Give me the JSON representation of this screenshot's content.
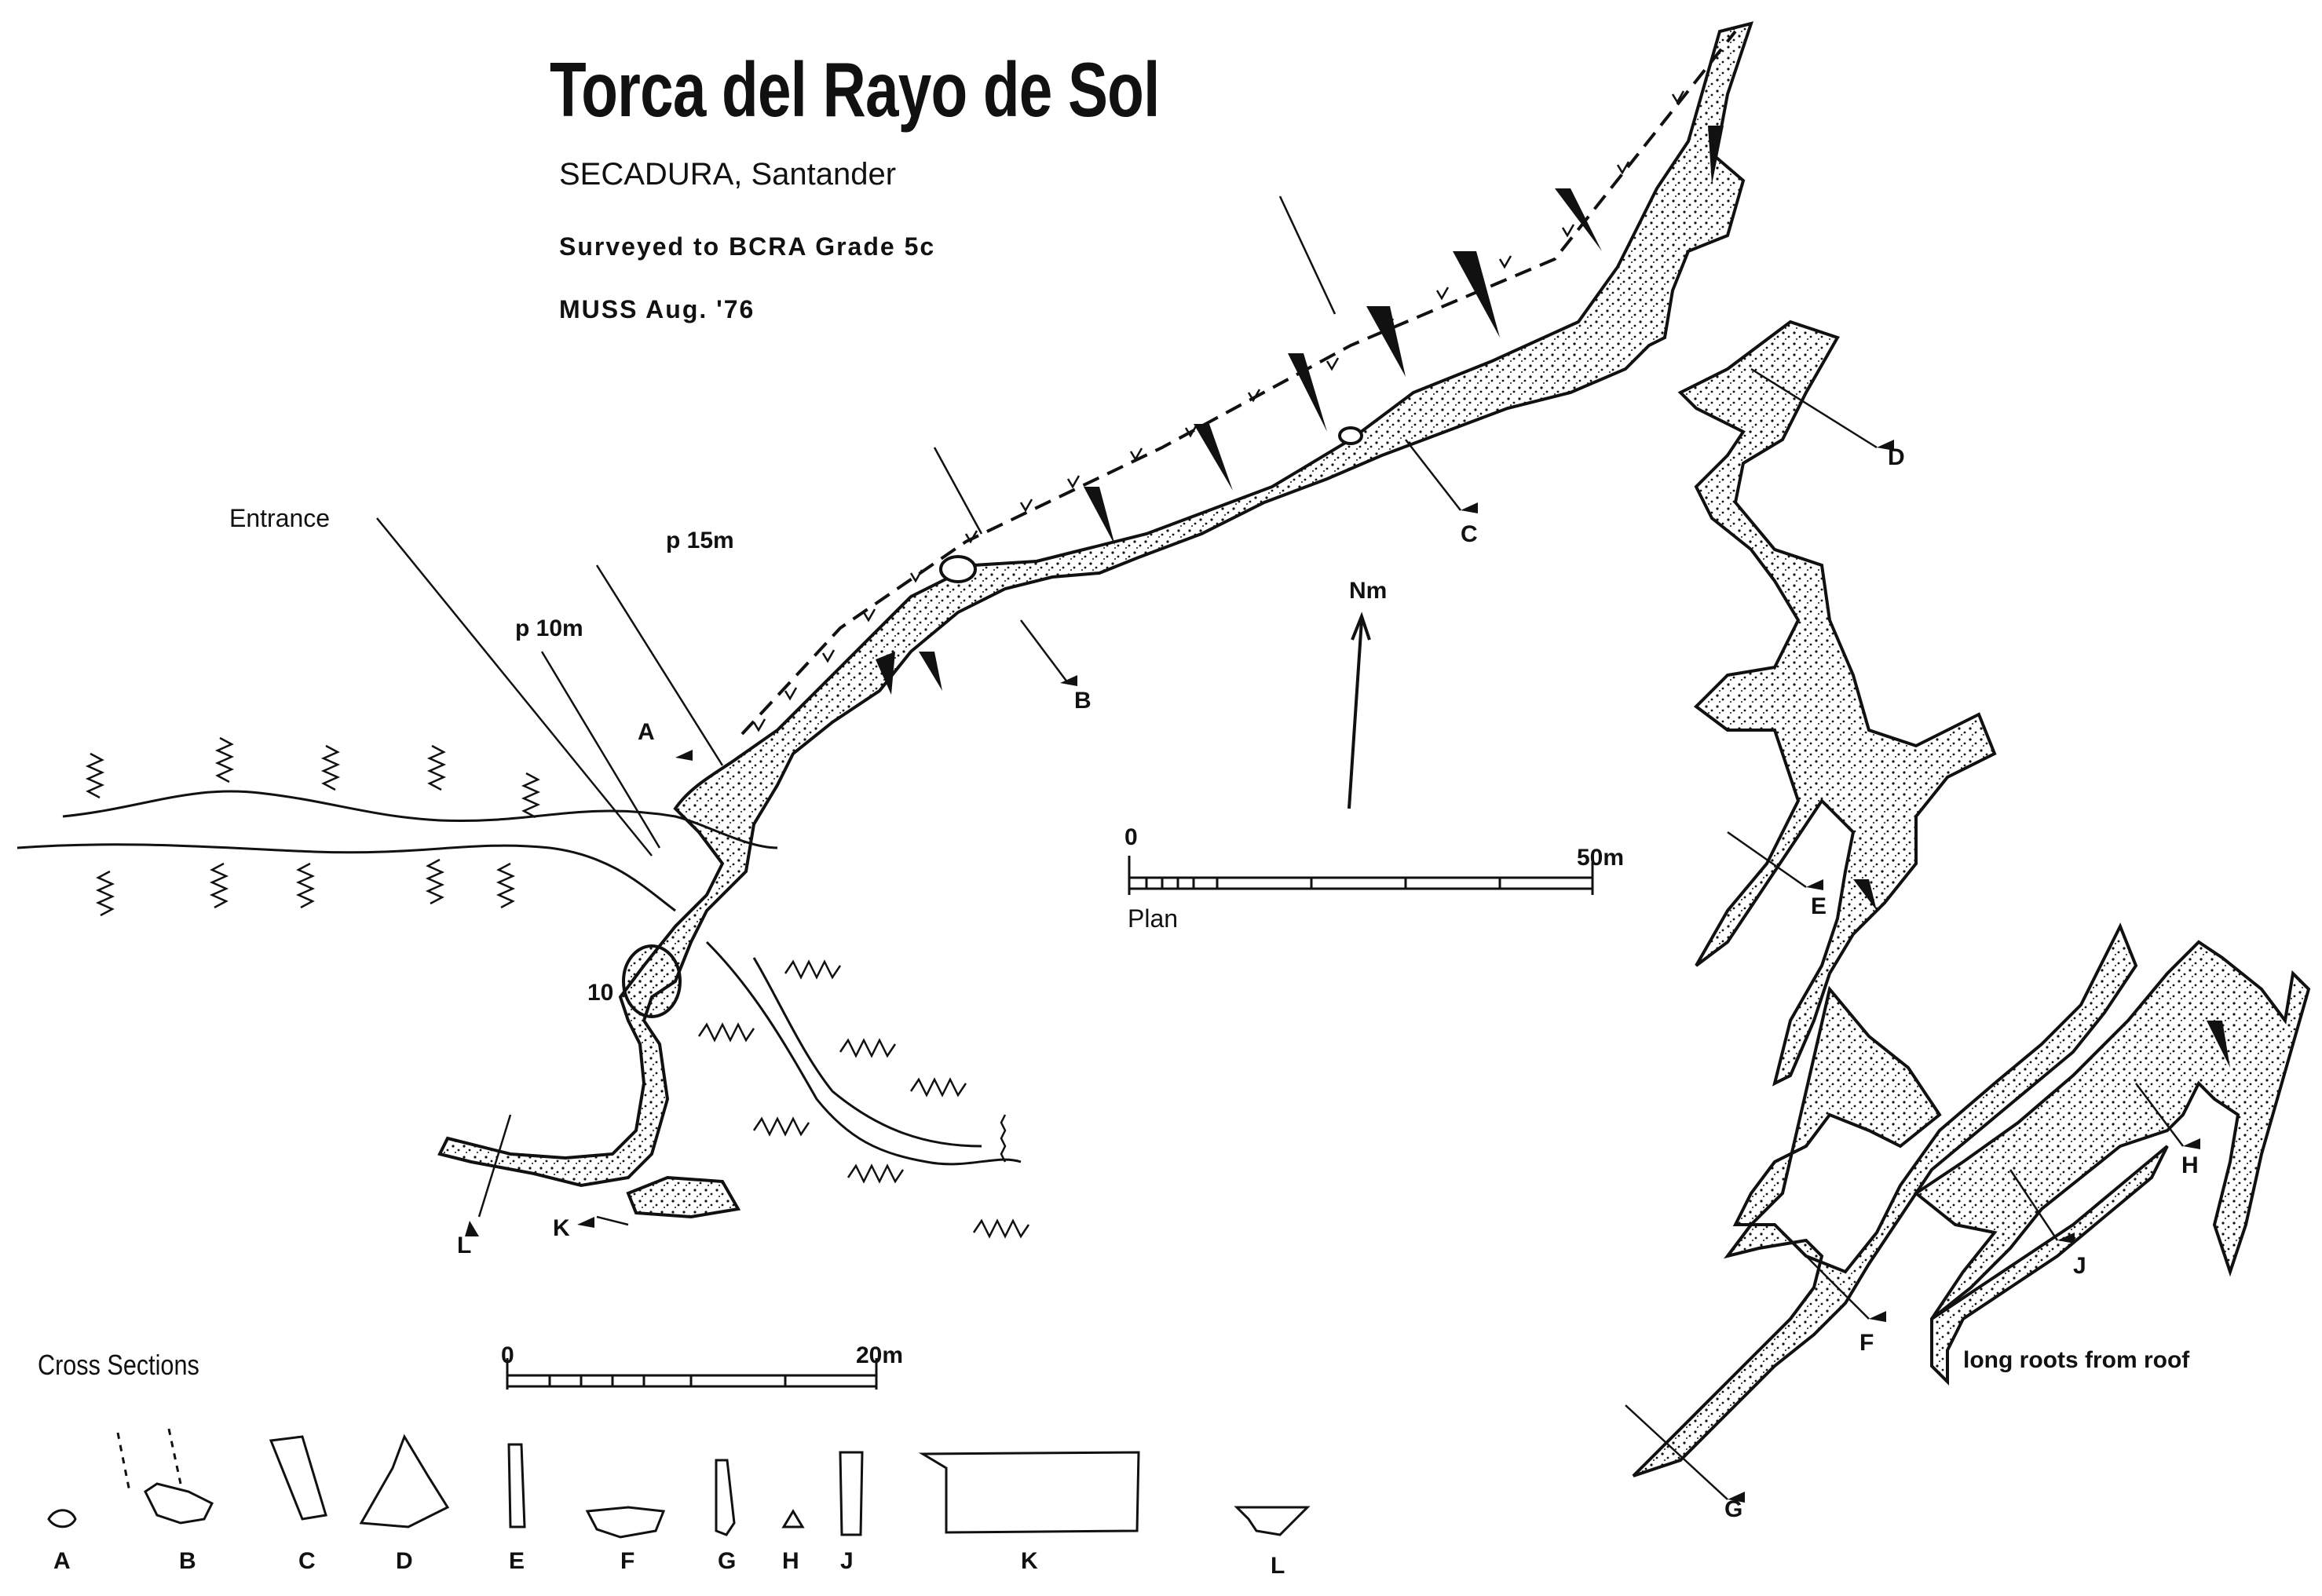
{
  "header": {
    "title": "Torca del Rayo de Sol",
    "location": "SECADURA, Santander",
    "grade": "Surveyed to BCRA Grade 5c",
    "team": "MUSS Aug. '76"
  },
  "plan": {
    "entrance_label": "Entrance",
    "pitch_15": "p 15m",
    "pitch_10": "p 10m",
    "pitch_up": "10",
    "north_label": "Nm",
    "roots_note": "long roots from roof",
    "scale_start": "0",
    "scale_end": "50m",
    "scale_label": "Plan",
    "section_markers": [
      "A",
      "B",
      "C",
      "D",
      "E",
      "F",
      "G",
      "H",
      "J",
      "K",
      "L"
    ]
  },
  "cross_sections": {
    "heading": "Cross Sections",
    "scale_start": "0",
    "scale_end": "20m",
    "labels": [
      "A",
      "B",
      "C",
      "D",
      "E",
      "F",
      "G",
      "H",
      "J",
      "K",
      "L"
    ]
  },
  "colors": {
    "ink": "#111111",
    "paper": "#ffffff"
  }
}
